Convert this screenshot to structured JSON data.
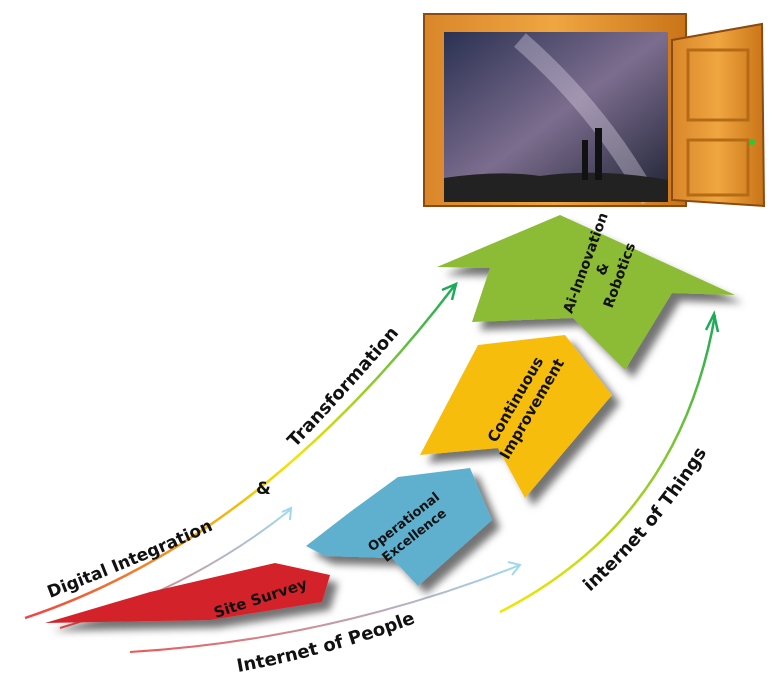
{
  "steps": [
    {
      "label": "Site Survey",
      "color": "#d3202a"
    },
    {
      "label_line1": "Operational",
      "label_line2": "Excellence",
      "color": "#5fb0cf"
    },
    {
      "label_line1": "Continuous",
      "label_line2": "Improvement",
      "color": "#f7bd0f"
    },
    {
      "label_line1": "Ai-Innovation",
      "label_line2": "&",
      "label_line3": "Robotics",
      "color": "#8cbb34"
    }
  ],
  "arcs": {
    "digital_integration": "Digital Integration",
    "ampersand": "&",
    "transformation": "Transformation",
    "internet_of_people": "Internet of People",
    "internet_of_things": "internet of Things"
  }
}
